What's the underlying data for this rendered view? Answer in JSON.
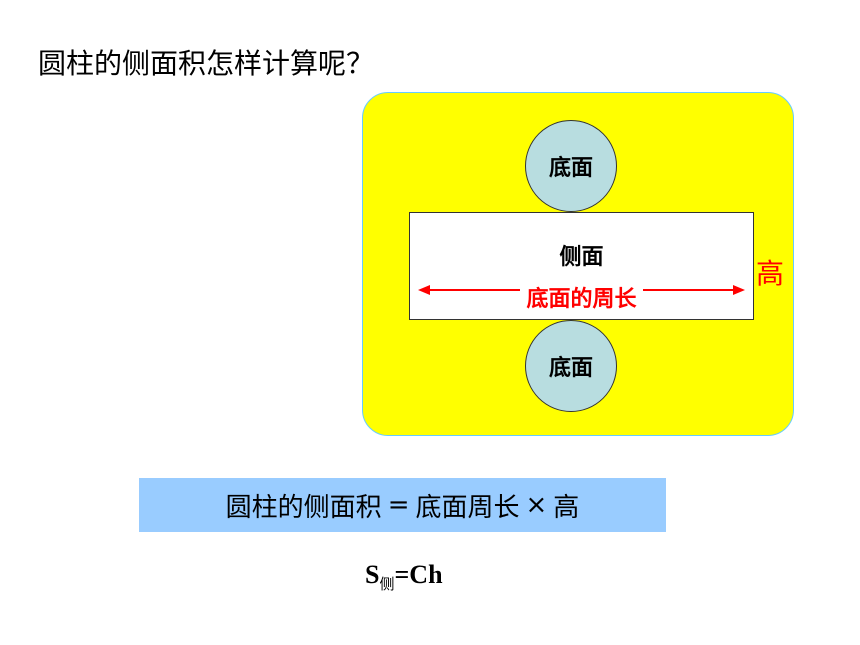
{
  "question": "圆柱的侧面积怎样计算呢？",
  "diagram": {
    "top_circle_label": "底面",
    "bottom_circle_label": "底面",
    "rect_label": "侧面",
    "perimeter_label": "底面的周长",
    "height_label": "高",
    "colors": {
      "panel_fill": "#ffff00",
      "panel_border": "#66ccff",
      "circle_fill": "#b8dde0",
      "accent_red": "#ff0000"
    }
  },
  "formula": {
    "lhs": "圆柱的侧面积",
    "equals": "=",
    "base_perimeter": "底面周长",
    "times": "×",
    "height": "高",
    "box_color": "#99ccff"
  },
  "symbolic": {
    "s": "S",
    "sub": "侧",
    "rest": "=Ch"
  }
}
